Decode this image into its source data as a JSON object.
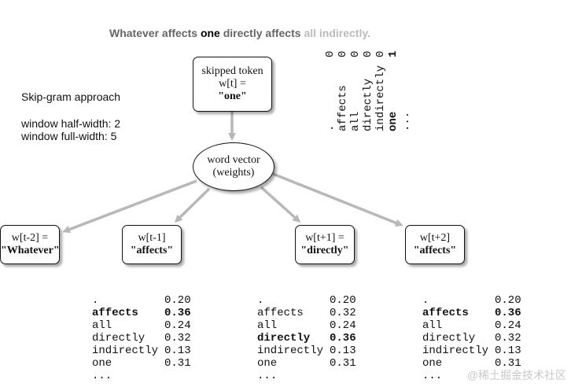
{
  "title": {
    "prefix": "Whatever affects",
    "emph": "one",
    "middle": "directly affects",
    "light": "all indirectly."
  },
  "notes": {
    "approach": "Skip-gram approach",
    "half_width": "window half-width: 2",
    "full_width": "window full-width: 5"
  },
  "input_box": {
    "line1": "skipped token",
    "line2": "w[t] =",
    "line3": "\"one\""
  },
  "center_node": {
    "line1": "word vector",
    "line2": "(weights)"
  },
  "context_boxes": [
    {
      "line1": "w[t-2] =",
      "line2": "\"Whatever\""
    },
    {
      "line1": "w[t-1]",
      "line2": "\"affects\""
    },
    {
      "line1": "w[t+1] =",
      "line2": "\"directly\""
    },
    {
      "line1": "w[t+2]",
      "line2": "\"affects\""
    }
  ],
  "one_hot": {
    "words": [
      ".",
      "affects",
      "all",
      "directly",
      "indirectly",
      "one",
      "..."
    ],
    "values": [
      "0",
      "0",
      "0",
      "0",
      "0",
      "1",
      ""
    ],
    "highlight_index": 5
  },
  "distributions": [
    {
      "rows": [
        {
          "word": ".",
          "prob": "0.20"
        },
        {
          "word": "affects",
          "prob": "0.36"
        },
        {
          "word": "all",
          "prob": "0.24"
        },
        {
          "word": "directly",
          "prob": "0.32"
        },
        {
          "word": "indirectly",
          "prob": "0.13"
        },
        {
          "word": "one",
          "prob": "0.31"
        },
        {
          "word": "...",
          "prob": ""
        }
      ],
      "bold_index": 1
    },
    {
      "rows": [
        {
          "word": ".",
          "prob": "0.20"
        },
        {
          "word": "affects",
          "prob": "0.32"
        },
        {
          "word": "all",
          "prob": "0.24"
        },
        {
          "word": "directly",
          "prob": "0.36"
        },
        {
          "word": "indirectly",
          "prob": "0.13"
        },
        {
          "word": "one",
          "prob": "0.31"
        },
        {
          "word": "...",
          "prob": ""
        }
      ],
      "bold_index": 3
    },
    {
      "rows": [
        {
          "word": ".",
          "prob": "0.20"
        },
        {
          "word": "affects",
          "prob": "0.36"
        },
        {
          "word": "all",
          "prob": "0.24"
        },
        {
          "word": "directly",
          "prob": "0.32"
        },
        {
          "word": "indirectly",
          "prob": "0.13"
        },
        {
          "word": "one",
          "prob": "0.31"
        },
        {
          "word": "...",
          "prob": ""
        }
      ],
      "bold_index": 1
    }
  ],
  "watermark": "@稀土掘金技术社区",
  "colors": {
    "arrow": "#b8b8b8",
    "title_dim": "#666666",
    "title_light": "#bbbbbb"
  }
}
